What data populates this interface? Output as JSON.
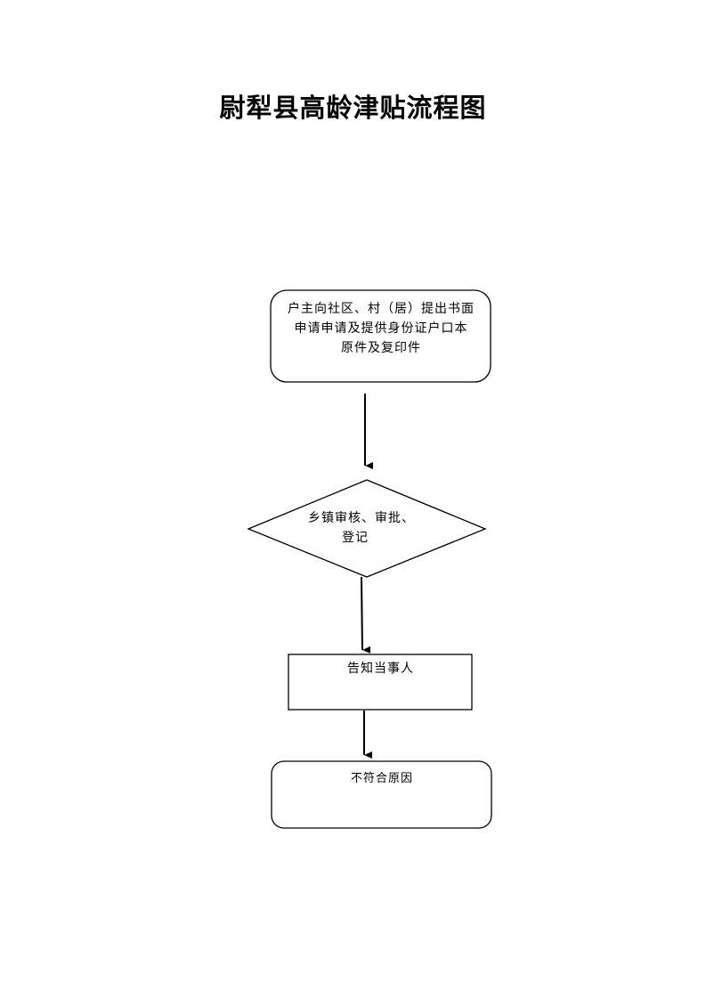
{
  "title": "尉犁县高龄津贴流程图",
  "nodes": {
    "apply": {
      "lines": [
        "户主向社区、村（居）提出书面",
        "申请申请及提供身份证户口本",
        "原件及复印件"
      ]
    },
    "review": {
      "lines": [
        "乡镇审核、审批、",
        "登记"
      ]
    },
    "notify": {
      "lines": [
        "告知当事人"
      ]
    },
    "reason": {
      "lines": [
        "不符合原因"
      ]
    }
  }
}
